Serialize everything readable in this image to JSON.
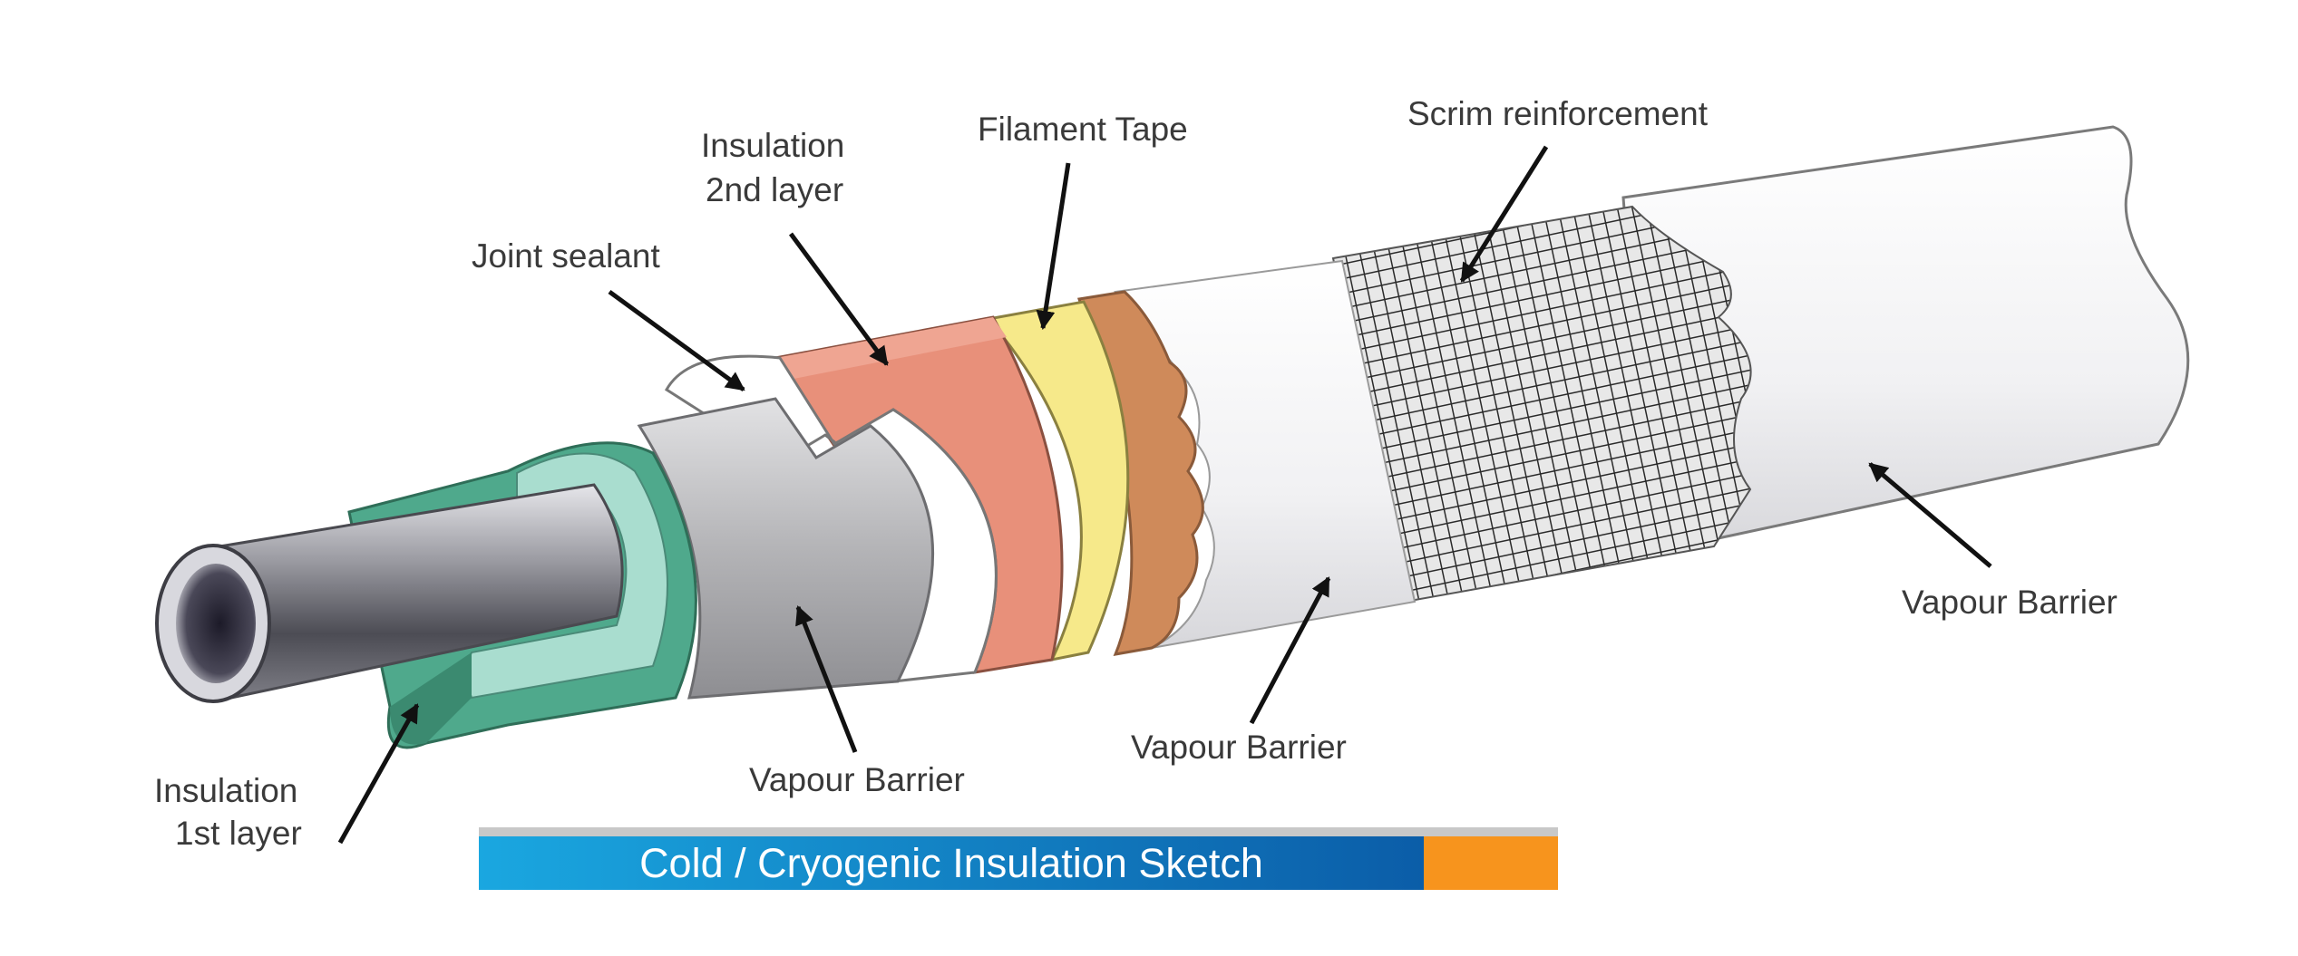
{
  "labels": {
    "insulation_1st_line1": "Insulation",
    "insulation_1st_line2": "1st layer",
    "joint_sealant": "Joint sealant",
    "insulation_2nd_line1": "Insulation",
    "insulation_2nd_line2": "2nd layer",
    "filament_tape": "Filament Tape",
    "scrim_reinforcement": "Scrim reinforcement",
    "vapour_barrier_inner": "Vapour Barrier",
    "vapour_barrier_middle": "Vapour Barrier",
    "vapour_barrier_outer": "Vapour Barrier"
  },
  "banner": {
    "title": "Cold / Cryogenic Insulation Sketch",
    "colors": {
      "blue_start": "#1AA7E0",
      "blue_end": "#0B5DA8",
      "orange": "#F7941D",
      "top_rule": "#C8C8C8"
    }
  },
  "colors": {
    "pipe_metal": "#8A8A90",
    "insulation_1st": "#4FA98C",
    "insulation_1st_face": "#A9DDCF",
    "vapour_barrier_grey": "#B3B3B6",
    "insulation_2nd": "#E8907A",
    "filament_tape": "#F6E98A",
    "outer_jacket_tan": "#CF8A5A",
    "white_barrier": "#F2F2F3"
  }
}
